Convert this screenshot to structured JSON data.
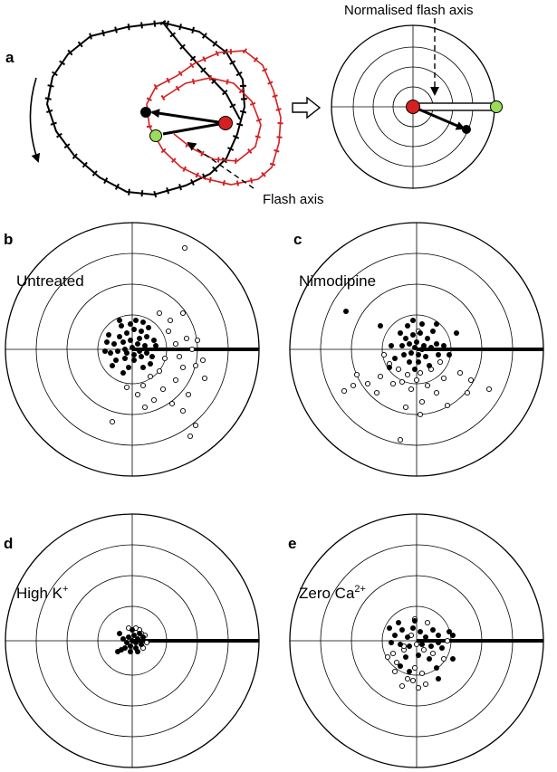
{
  "panel_a": {
    "label": "a",
    "flash_axis_label": "Flash axis",
    "normalised_axis_label": "Normalised flash axis"
  },
  "panels": [
    {
      "label": "b",
      "condition": "Untreated",
      "sup": "",
      "closed": [
        [
          -14,
          -14
        ],
        [
          -6,
          -18
        ],
        [
          2,
          -22
        ],
        [
          10,
          -20
        ],
        [
          16,
          -14
        ],
        [
          -20,
          -6
        ],
        [
          -10,
          -8
        ],
        [
          -2,
          -10
        ],
        [
          6,
          -6
        ],
        [
          14,
          -4
        ],
        [
          -24,
          4
        ],
        [
          -16,
          2
        ],
        [
          -8,
          0
        ],
        [
          0,
          -2
        ],
        [
          8,
          2
        ],
        [
          16,
          4
        ],
        [
          -18,
          12
        ],
        [
          -8,
          10
        ],
        [
          2,
          12
        ],
        [
          10,
          8
        ],
        [
          -12,
          -26
        ],
        [
          4,
          -32
        ],
        [
          18,
          -24
        ],
        [
          24,
          -10
        ],
        [
          -28,
          -8
        ],
        [
          -22,
          18
        ],
        [
          -4,
          20
        ],
        [
          12,
          20
        ],
        [
          22,
          8
        ],
        [
          -26,
          -16
        ],
        [
          -14,
          -32
        ],
        [
          12,
          -30
        ],
        [
          26,
          -4
        ],
        [
          -6,
          4
        ],
        [
          2,
          6
        ],
        [
          -2,
          -28
        ],
        [
          -30,
          2
        ],
        [
          20,
          16
        ],
        [
          -10,
          26
        ],
        [
          8,
          -12
        ]
      ],
      "open": [
        [
          40,
          -20
        ],
        [
          48,
          -6
        ],
        [
          52,
          8
        ],
        [
          36,
          10
        ],
        [
          30,
          24
        ],
        [
          12,
          40
        ],
        [
          6,
          50
        ],
        [
          24,
          56
        ],
        [
          34,
          44
        ],
        [
          48,
          34
        ],
        [
          56,
          20
        ],
        [
          60,
          -12
        ],
        [
          66,
          0
        ],
        [
          70,
          18
        ],
        [
          44,
          60
        ],
        [
          14,
          64
        ],
        [
          62,
          50
        ],
        [
          72,
          -10
        ],
        [
          56,
          68
        ],
        [
          70,
          84
        ],
        [
          64,
          96
        ],
        [
          -22,
          80
        ],
        [
          42,
          -32
        ],
        [
          78,
          12
        ],
        [
          30,
          -40
        ],
        [
          20,
          30
        ],
        [
          80,
          32
        ],
        [
          -6,
          42
        ],
        [
          56,
          -40
        ],
        [
          58,
          -112
        ]
      ]
    },
    {
      "label": "c",
      "condition": "Nimodipine",
      "sup": "",
      "closed": [
        [
          -12,
          -12
        ],
        [
          -4,
          -16
        ],
        [
          4,
          -18
        ],
        [
          12,
          -12
        ],
        [
          -16,
          -4
        ],
        [
          -8,
          -6
        ],
        [
          0,
          -8
        ],
        [
          8,
          -4
        ],
        [
          16,
          -2
        ],
        [
          -14,
          6
        ],
        [
          -6,
          4
        ],
        [
          2,
          6
        ],
        [
          10,
          8
        ],
        [
          -8,
          14
        ],
        [
          2,
          14
        ],
        [
          -18,
          -18
        ],
        [
          -10,
          -26
        ],
        [
          6,
          -28
        ],
        [
          18,
          -20
        ],
        [
          22,
          -6
        ],
        [
          -24,
          10
        ],
        [
          -2,
          22
        ],
        [
          14,
          18
        ],
        [
          -2,
          -2
        ],
        [
          6,
          0
        ],
        [
          -28,
          -4
        ],
        [
          24,
          6
        ],
        [
          -4,
          -32
        ],
        [
          -40,
          -26
        ],
        [
          30,
          -4
        ],
        [
          36,
          6
        ],
        [
          22,
          -28
        ],
        [
          -30,
          20
        ],
        [
          -78,
          -42
        ],
        [
          44,
          -18
        ]
      ],
      "open": [
        [
          -20,
          22
        ],
        [
          -10,
          28
        ],
        [
          4,
          26
        ],
        [
          16,
          22
        ],
        [
          -30,
          16
        ],
        [
          26,
          14
        ],
        [
          -36,
          6
        ],
        [
          -16,
          36
        ],
        [
          0,
          34
        ],
        [
          12,
          40
        ],
        [
          -26,
          38
        ],
        [
          -40,
          30
        ],
        [
          30,
          32
        ],
        [
          -6,
          44
        ],
        [
          22,
          48
        ],
        [
          48,
          26
        ],
        [
          60,
          34
        ],
        [
          -66,
          28
        ],
        [
          -44,
          48
        ],
        [
          6,
          58
        ],
        [
          56,
          48
        ],
        [
          80,
          44
        ],
        [
          -12,
          64
        ],
        [
          -18,
          100
        ],
        [
          -80,
          46
        ],
        [
          4,
          72
        ],
        [
          34,
          62
        ],
        [
          -54,
          38
        ],
        [
          -70,
          40
        ],
        [
          2,
          -20
        ]
      ]
    },
    {
      "label": "d",
      "condition": "High K",
      "sup": "+",
      "closed": [
        [
          -4,
          -4
        ],
        [
          2,
          -6
        ],
        [
          6,
          -2
        ],
        [
          -6,
          2
        ],
        [
          0,
          0
        ],
        [
          4,
          2
        ],
        [
          -2,
          6
        ],
        [
          4,
          8
        ],
        [
          -10,
          -2
        ],
        [
          8,
          -8
        ],
        [
          -8,
          8
        ],
        [
          0,
          -12
        ],
        [
          10,
          4
        ],
        [
          -12,
          10
        ],
        [
          -16,
          12
        ],
        [
          -14,
          -8
        ],
        [
          -2,
          12
        ],
        [
          6,
          12
        ],
        [
          12,
          -4
        ]
      ],
      "open": [
        [
          10,
          -8
        ],
        [
          14,
          -6
        ],
        [
          16,
          2
        ],
        [
          12,
          8
        ],
        [
          8,
          -12
        ],
        [
          -4,
          -14
        ],
        [
          4,
          -14
        ]
      ]
    },
    {
      "label": "e",
      "condition": "Zero Ca",
      "sup": "2+",
      "closed": [
        [
          -30,
          -14
        ],
        [
          -24,
          -6
        ],
        [
          -16,
          -12
        ],
        [
          -10,
          -4
        ],
        [
          -4,
          -14
        ],
        [
          4,
          -10
        ],
        [
          10,
          -4
        ],
        [
          18,
          -12
        ],
        [
          24,
          -6
        ],
        [
          -28,
          2
        ],
        [
          -18,
          4
        ],
        [
          -8,
          6
        ],
        [
          6,
          4
        ],
        [
          16,
          6
        ],
        [
          24,
          2
        ],
        [
          -12,
          18
        ],
        [
          2,
          16
        ],
        [
          14,
          20
        ],
        [
          28,
          8
        ],
        [
          -20,
          -20
        ],
        [
          36,
          -10
        ],
        [
          -2,
          -22
        ],
        [
          22,
          30
        ],
        [
          -18,
          28
        ],
        [
          40,
          -6
        ],
        [
          24,
          42
        ],
        [
          40,
          20
        ],
        [
          -8,
          34
        ]
      ],
      "open": [
        [
          -6,
          -6
        ],
        [
          0,
          4
        ],
        [
          -14,
          10
        ],
        [
          -26,
          14
        ],
        [
          8,
          10
        ],
        [
          -22,
          24
        ],
        [
          -2,
          30
        ],
        [
          -10,
          42
        ],
        [
          6,
          36
        ],
        [
          18,
          14
        ],
        [
          30,
          20
        ],
        [
          -32,
          18
        ],
        [
          -24,
          34
        ],
        [
          -16,
          50
        ],
        [
          2,
          52
        ],
        [
          10,
          48
        ],
        [
          -4,
          44
        ],
        [
          34,
          0
        ],
        [
          -2,
          -24
        ],
        [
          12,
          -20
        ],
        [
          -14,
          6
        ]
      ]
    }
  ]
}
